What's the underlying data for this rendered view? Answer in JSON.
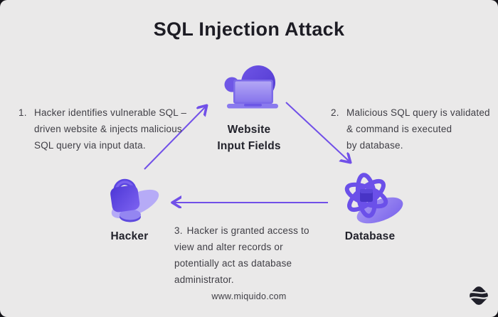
{
  "page": {
    "title": "SQL Injection Attack",
    "footer": "www.miquido.com"
  },
  "nodes": {
    "website": {
      "label_line1": "Website",
      "label_line2": "Input Fields",
      "icon": "laptop-icon"
    },
    "hacker": {
      "label": "Hacker",
      "icon": "padlock-icon"
    },
    "database": {
      "label": "Database",
      "icon": "atom-database-icon"
    }
  },
  "steps": [
    {
      "number": "1.",
      "lines": [
        "Hacker identifies vulnerable SQL –",
        "driven website & injects malicious",
        "SQL query via input data."
      ]
    },
    {
      "number": "2.",
      "lines": [
        "Malicious SQL query is validated",
        "& command is executed",
        "by database."
      ]
    },
    {
      "number": "3.",
      "lines": [
        "Hacker is granted access to view ",
        "and alter records or potentially act ",
        "as database administrator."
      ]
    }
  ],
  "arrows": [
    {
      "name": "hacker-to-website",
      "direction": "up-right"
    },
    {
      "name": "website-to-database",
      "direction": "down-right"
    },
    {
      "name": "database-to-hacker",
      "direction": "left"
    }
  ],
  "colors": {
    "card_background": "#eae9e9",
    "title_text": "#1d1c24",
    "body_text": "#3f3e45",
    "arrow_purple": "#7150e8",
    "deep_purple": "#5b43da",
    "mid_purple": "#7a63ee",
    "light_purple": "#a89af3",
    "pale_lavender": "#b6abf7",
    "logo_dark": "#20202a"
  }
}
